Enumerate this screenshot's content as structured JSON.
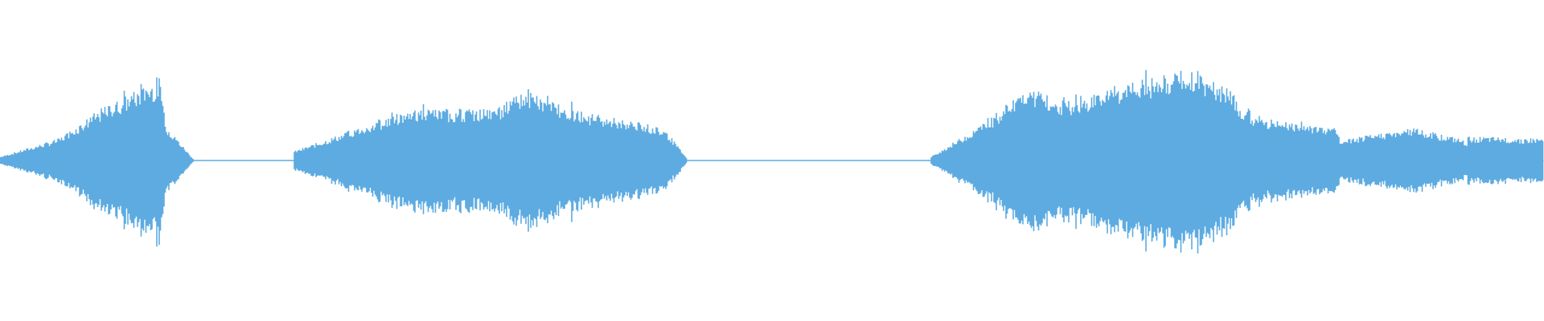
{
  "waveform": {
    "color": "#5dabe1",
    "background": "#ffffff",
    "baseline_amplitude": 0.004,
    "segments": [
      {
        "start": 0.0,
        "end": 0.038,
        "from": 0.02,
        "to": 0.12
      },
      {
        "start": 0.038,
        "end": 0.065,
        "from": 0.12,
        "to": 0.28
      },
      {
        "start": 0.065,
        "end": 0.104,
        "from": 0.28,
        "to": 0.45
      },
      {
        "start": 0.104,
        "end": 0.107,
        "from": 0.45,
        "to": 0.2
      },
      {
        "start": 0.107,
        "end": 0.125,
        "from": 0.2,
        "to": 0.01
      },
      {
        "start": 0.19,
        "end": 0.2,
        "from": 0.05,
        "to": 0.08
      },
      {
        "start": 0.2,
        "end": 0.265,
        "from": 0.08,
        "to": 0.28
      },
      {
        "start": 0.265,
        "end": 0.32,
        "from": 0.28,
        "to": 0.28
      },
      {
        "start": 0.32,
        "end": 0.34,
        "from": 0.28,
        "to": 0.38
      },
      {
        "start": 0.34,
        "end": 0.38,
        "from": 0.38,
        "to": 0.26
      },
      {
        "start": 0.38,
        "end": 0.43,
        "from": 0.26,
        "to": 0.18
      },
      {
        "start": 0.43,
        "end": 0.445,
        "from": 0.18,
        "to": 0.01
      },
      {
        "start": 0.603,
        "end": 0.64,
        "from": 0.02,
        "to": 0.22
      },
      {
        "start": 0.64,
        "end": 0.665,
        "from": 0.22,
        "to": 0.4
      },
      {
        "start": 0.665,
        "end": 0.69,
        "from": 0.4,
        "to": 0.32
      },
      {
        "start": 0.69,
        "end": 0.74,
        "from": 0.32,
        "to": 0.44
      },
      {
        "start": 0.74,
        "end": 0.77,
        "from": 0.44,
        "to": 0.5
      },
      {
        "start": 0.77,
        "end": 0.795,
        "from": 0.5,
        "to": 0.4
      },
      {
        "start": 0.795,
        "end": 0.81,
        "from": 0.4,
        "to": 0.24
      },
      {
        "start": 0.81,
        "end": 0.865,
        "from": 0.24,
        "to": 0.18
      },
      {
        "start": 0.865,
        "end": 0.868,
        "from": 0.18,
        "to": 0.11
      },
      {
        "start": 0.868,
        "end": 0.915,
        "from": 0.11,
        "to": 0.18
      },
      {
        "start": 0.915,
        "end": 0.945,
        "from": 0.18,
        "to": 0.12
      },
      {
        "start": 0.945,
        "end": 0.95,
        "from": 0.12,
        "to": 0.1
      },
      {
        "start": 0.95,
        "end": 1.0,
        "from": 0.13,
        "to": 0.12
      }
    ]
  }
}
